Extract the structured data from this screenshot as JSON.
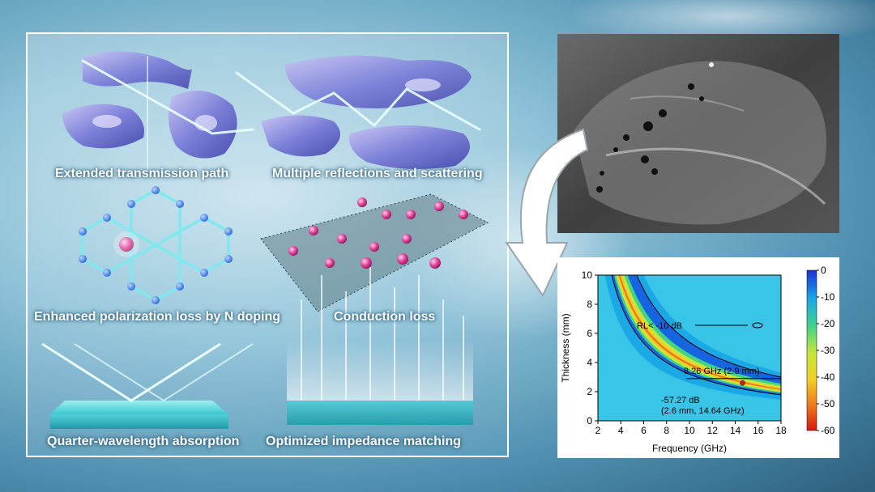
{
  "panel": {
    "labels": {
      "transmission": "Extended transmission path",
      "reflections": "Multiple reflections  and scattering",
      "polarization": "Enhanced polarization loss by N doping",
      "conduction": "Conduction loss",
      "quarter": "Quarter-wavelength  absorption",
      "impedance": "Optimized impedance matching"
    }
  },
  "colors": {
    "frame": "#ffffff",
    "sheet": "#7c80d8",
    "node": "#2f6fe0",
    "dopant": "#e0429a",
    "glow": "#eaffff"
  },
  "chart_data": {
    "type": "heatmap",
    "xlabel": "Frequency (GHz)",
    "ylabel": "Thickness (mm)",
    "xlim": [
      2,
      18
    ],
    "ylim": [
      0,
      10
    ],
    "x_ticks": [
      "2",
      "4",
      "6",
      "8",
      "10",
      "12",
      "14",
      "16",
      "18"
    ],
    "y_ticks": [
      "0",
      "2",
      "4",
      "6",
      "8",
      "10"
    ],
    "colorbar": {
      "min": -60,
      "max": 0,
      "ticks": [
        "0",
        "-10",
        "-20",
        "-30",
        "-40",
        "-50",
        "-60"
      ]
    },
    "annotations": {
      "rl": "RL< -10 dB",
      "bandwidth": "8.26 GHz (2.9 mm)",
      "min_value": "-57.27 dB",
      "min_point": "(2.6 mm, 14.64 GHz)"
    },
    "min_point": {
      "x": 14.64,
      "y": 2.6
    },
    "bandwidth_line": {
      "x_start": 9.74,
      "x_end": 18,
      "y": 2.9
    }
  }
}
